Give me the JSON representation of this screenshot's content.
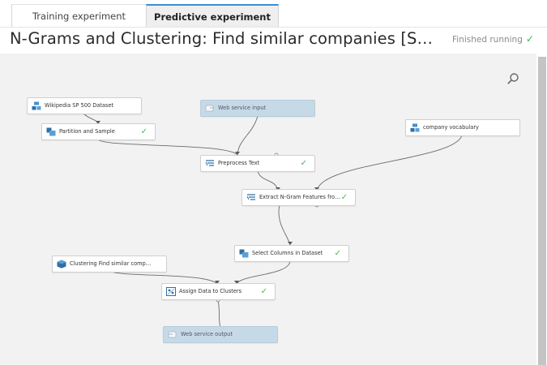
{
  "tabs": [
    {
      "label": "Training experiment"
    },
    {
      "label": "Predictive experiment"
    }
  ],
  "title": "N-Grams and Clustering: Find similar companies [S…",
  "status": {
    "text": "Finished running",
    "icon": "check-icon"
  },
  "modules": [
    {
      "label": "Wikipedia SP 500 Dataset",
      "icon": "dataset-icon"
    },
    {
      "label": "Partition and Sample",
      "icon": "module-icon",
      "done": "✓"
    },
    {
      "label": "Web service input",
      "icon": "web-service-icon"
    },
    {
      "label": "company vocabulary",
      "icon": "dataset-icon"
    },
    {
      "label": "Preprocess Text",
      "icon": "text-module-icon",
      "done": "✓"
    },
    {
      "label": "Extract N-Gram Features fro…",
      "icon": "text-module-icon",
      "done": "✓"
    },
    {
      "label": "Select Columns in Dataset",
      "icon": "module-icon",
      "done": "✓"
    },
    {
      "label": "Clustering Find similar comp…",
      "icon": "trained-model-icon"
    },
    {
      "label": "Assign Data to Clusters",
      "icon": "cluster-icon",
      "done": "✓"
    },
    {
      "label": "Web service output",
      "icon": "web-service-icon"
    }
  ],
  "colors": {
    "accent": "#3a8fd3",
    "success": "#3bb33b",
    "web_service": "#c6d9e6",
    "canvas": "#f2f2f2"
  }
}
